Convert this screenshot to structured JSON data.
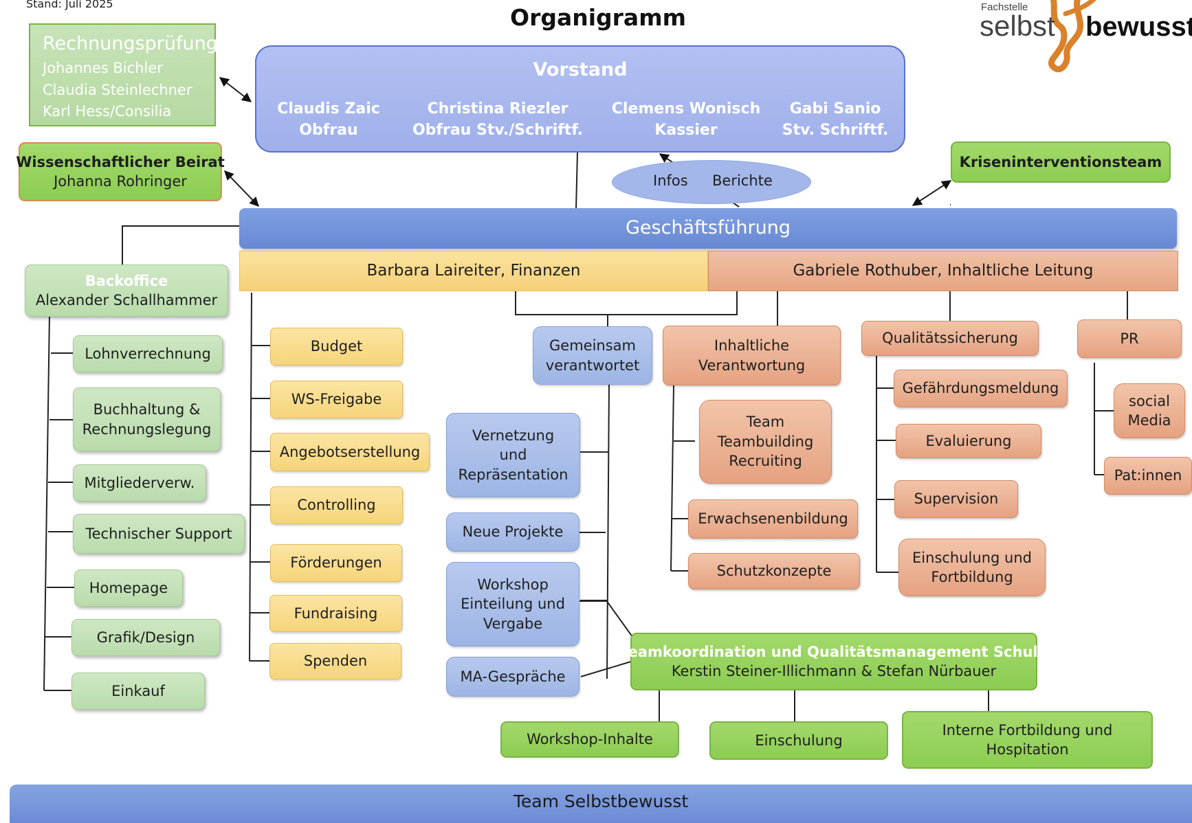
{
  "header": {
    "date": "Stand: Juli 2025",
    "title": "Organigramm",
    "logo_small": "Fachstelle",
    "logo_left": "selbst",
    "logo_right": "bewusst"
  },
  "rechnungspruefung": {
    "title": "Rechnungsprüfung",
    "members": [
      "Johannes Bichler",
      "Claudia Steinlechner",
      "Karl Hess/Consilia"
    ]
  },
  "vorstand": {
    "title": "Vorstand",
    "members": [
      {
        "name": "Claudis Zaic",
        "role": "Obfrau"
      },
      {
        "name": "Christina Riezler",
        "role": "Obfrau Stv./Schriftf."
      },
      {
        "name": "Clemens Wonisch",
        "role": "Kassier"
      },
      {
        "name": "Gabi Sanio",
        "role": "Stv. Schriftf."
      }
    ]
  },
  "infos_berichte": {
    "left": "Infos",
    "right": "Berichte"
  },
  "beirat": {
    "title": "Wissenschaftlicher Beirat",
    "name": "Johanna Rohringer"
  },
  "krisen": {
    "title": "Kriseninterventionsteam"
  },
  "gf": {
    "title": "Geschäftsführung"
  },
  "finanzen": {
    "label": "Barbara Laireiter, Finanzen"
  },
  "inhalt": {
    "label": "Gabriele Rothuber, Inhaltliche Leitung"
  },
  "backoffice": {
    "title": "Backoffice",
    "name": "Alexander Schallhammer",
    "items": [
      "Lohnverrechnung",
      "Buchhaltung &|Rechnungslegung",
      "Mitgliederverw.",
      "Technischer Support",
      "Homepage",
      "Grafik/Design",
      "Einkauf"
    ]
  },
  "finance_items": [
    "Budget",
    "WS-Freigabe",
    "Angebotserstellung",
    "Controlling",
    "Förderungen",
    "Fundraising",
    "Spenden"
  ],
  "gemeinsam": {
    "title": "Gemeinsam|verantwortet",
    "items": [
      "Vernetzung|und|Repräsentation",
      "Neue Projekte",
      "Workshop|Einteilung und|Vergabe",
      "MA-Gespräche"
    ]
  },
  "inhaltliche": {
    "title": "Inhaltliche|Verantwortung",
    "items": [
      "Team|Teambuilding|Recruiting",
      "Erwachsenenbildung",
      "Schutzkonzepte"
    ]
  },
  "qualitaet": {
    "title": "Qualitätssicherung",
    "items": [
      "Gefährdungsmeldung",
      "Evaluierung",
      "Supervision",
      "Einschulung und|Fortbildung"
    ]
  },
  "pr": {
    "title": "PR",
    "items": [
      "social|Media",
      "Pat:innen"
    ]
  },
  "teamkoord": {
    "title": "Teamkoordination und Qualitätsmanagement Schule",
    "names": "Kerstin Steiner-Illichmann & Stefan Nürbauer"
  },
  "school_items": [
    "Workshop-Inhalte",
    "Einschulung",
    "Interne Fortbildung und|Hospitation"
  ],
  "footer": {
    "title": "Team Selbstbewusst"
  },
  "colors": {
    "blue_band": "#6f8fd6",
    "vorstand_fill": "#a9b6ee",
    "yellow_band": "#f9d98d",
    "orange_band": "#eab190",
    "green": "#8ccd52",
    "green_pale": "#c3e0b6",
    "logo_orange": "#d9822b"
  }
}
